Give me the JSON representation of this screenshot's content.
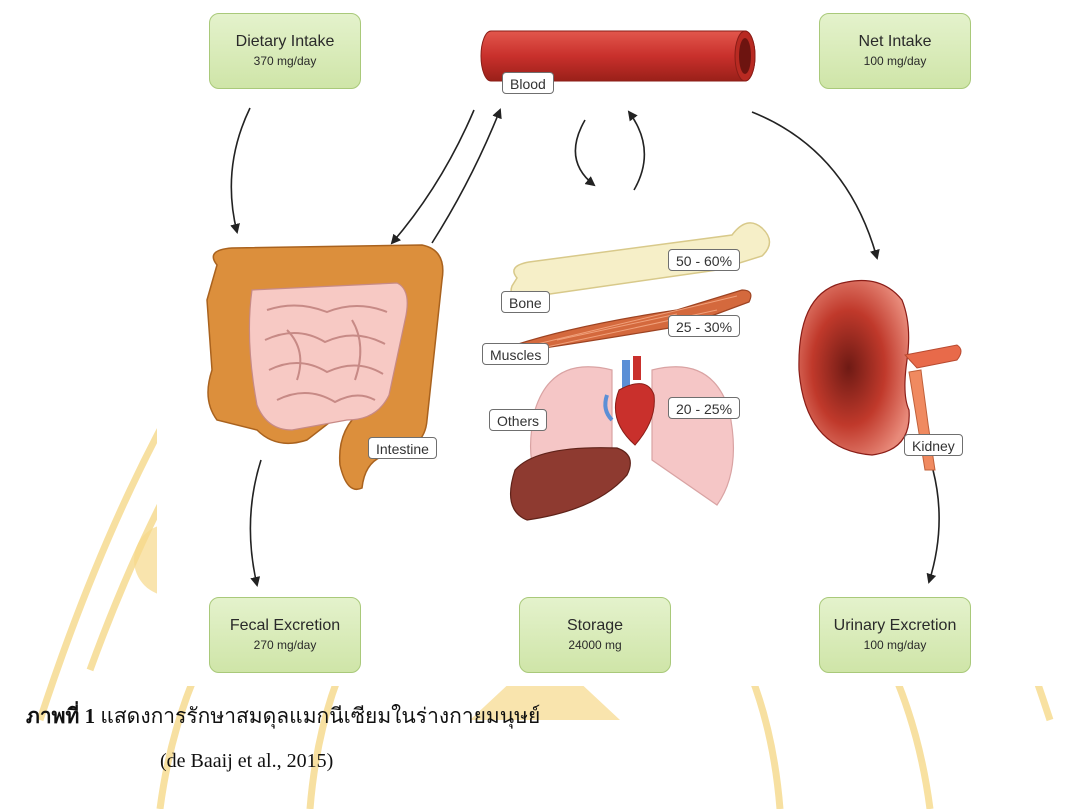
{
  "boxes": {
    "dietary": {
      "title": "Dietary Intake",
      "value": "370 mg/day"
    },
    "net": {
      "title": "Net Intake",
      "value": "100 mg/day"
    },
    "fecal": {
      "title": "Fecal Excretion",
      "value": "270 mg/day"
    },
    "storage": {
      "title": "Storage",
      "value": "24000 mg"
    },
    "urinary": {
      "title": "Urinary Excretion",
      "value": "100 mg/day"
    }
  },
  "labels": {
    "blood": "Blood",
    "bone": "Bone",
    "muscles": "Muscles",
    "others": "Others",
    "intestine": "Intestine",
    "kidney": "Kidney"
  },
  "percentages": {
    "bone": "50 - 60%",
    "muscles": "25 - 30%",
    "others": "20 - 25%"
  },
  "caption": {
    "figure_label": "ภาพที่ 1",
    "text": "แสดงการรักษาสมดุลแมกนีเซียมในร่างกายมนุษย์",
    "citation": "(de Baaij et al., 2015)"
  },
  "colors": {
    "box_fill": "#d7eab7",
    "box_border": "#a9c97a",
    "watermark": "#f6d98a",
    "blood_vessel": "#c9302c",
    "intestine_outer": "#dc8f3c",
    "intestine_inner": "#f7c9c4",
    "bone": "#f6efc8",
    "muscle": "#d4693d",
    "lung": "#f5c6c6",
    "heart": "#c9302c",
    "liver": "#8e3a30",
    "kidney": "#b8322a"
  }
}
